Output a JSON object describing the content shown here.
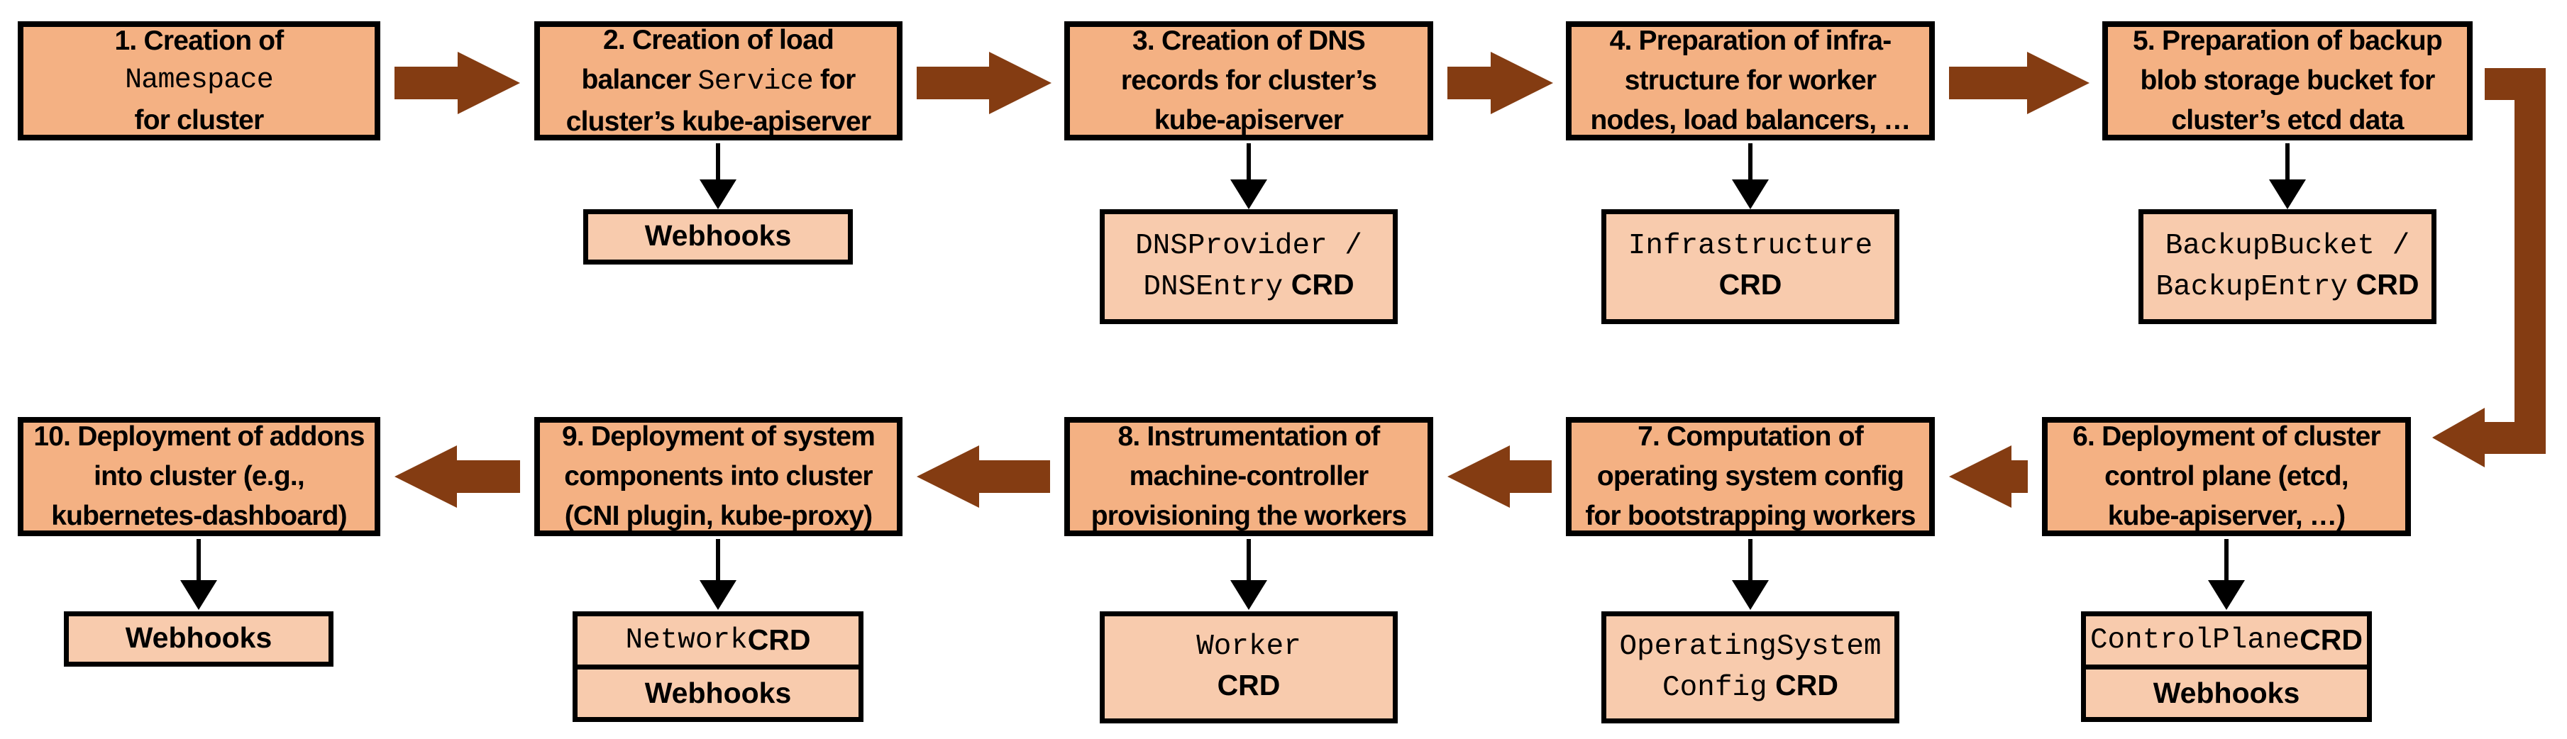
{
  "colors": {
    "step_fill": "#F4B183",
    "resource_fill": "#F8CBAD",
    "arrow_brown": "#843C12",
    "outline": "#000000",
    "background": "#FFFFFF"
  },
  "steps": {
    "s1": {
      "l1": "1. Creation of",
      "l2": "Namespace",
      "l3": "for cluster"
    },
    "s2": {
      "l1": "2. Creation of load",
      "l2a": "balancer ",
      "l2b": "Service",
      "l2c": " for",
      "l3": "cluster’s kube-apiserver"
    },
    "s3": {
      "l1": "3. Creation of DNS",
      "l2": "records for cluster’s",
      "l3": "kube-apiserver"
    },
    "s4": {
      "l1": "4. Preparation of infra-",
      "l2": "structure for worker",
      "l3": "nodes, load balancers, …"
    },
    "s5": {
      "l1": "5. Preparation of backup",
      "l2": "blob storage bucket for",
      "l3": "cluster’s etcd data"
    },
    "s6": {
      "l1": "6. Deployment of cluster",
      "l2": "control plane (etcd,",
      "l3": "kube-apiserver, …)"
    },
    "s7": {
      "l1": "7. Computation of",
      "l2": "operating system config",
      "l3": "for bootstrapping workers"
    },
    "s8": {
      "l1": "8. Instrumentation of",
      "l2": "machine-controller",
      "l3": "provisioning the workers"
    },
    "s9": {
      "l1": "9. Deployment of system",
      "l2": "components into cluster",
      "l3": "(CNI plugin, kube-proxy)"
    },
    "s10": {
      "l1": "10. Deployment of addons",
      "l2": "into cluster (e.g.,",
      "l3": "kubernetes-dashboard)"
    }
  },
  "resources": {
    "r2": {
      "label": "Webhooks"
    },
    "r3": {
      "l1": "DNSProvider /",
      "l2m": "DNSEntry",
      "l2b": "CRD"
    },
    "r4": {
      "l1": "Infrastructure",
      "l2b": "CRD"
    },
    "r5": {
      "l1": "BackupBucket /",
      "l2m": "BackupEntry",
      "l2b": "CRD"
    },
    "r6": {
      "c1m": "ControlPlane",
      "c1b": "CRD",
      "c2": "Webhooks"
    },
    "r7": {
      "l1": "OperatingSystem",
      "l2m": "Config",
      "l2b": "CRD"
    },
    "r8": {
      "l1": "Worker",
      "l2b": "CRD"
    },
    "r9": {
      "c1m": "Network",
      "c1b": "CRD",
      "c2": "Webhooks"
    },
    "r10": {
      "label": "Webhooks"
    }
  }
}
